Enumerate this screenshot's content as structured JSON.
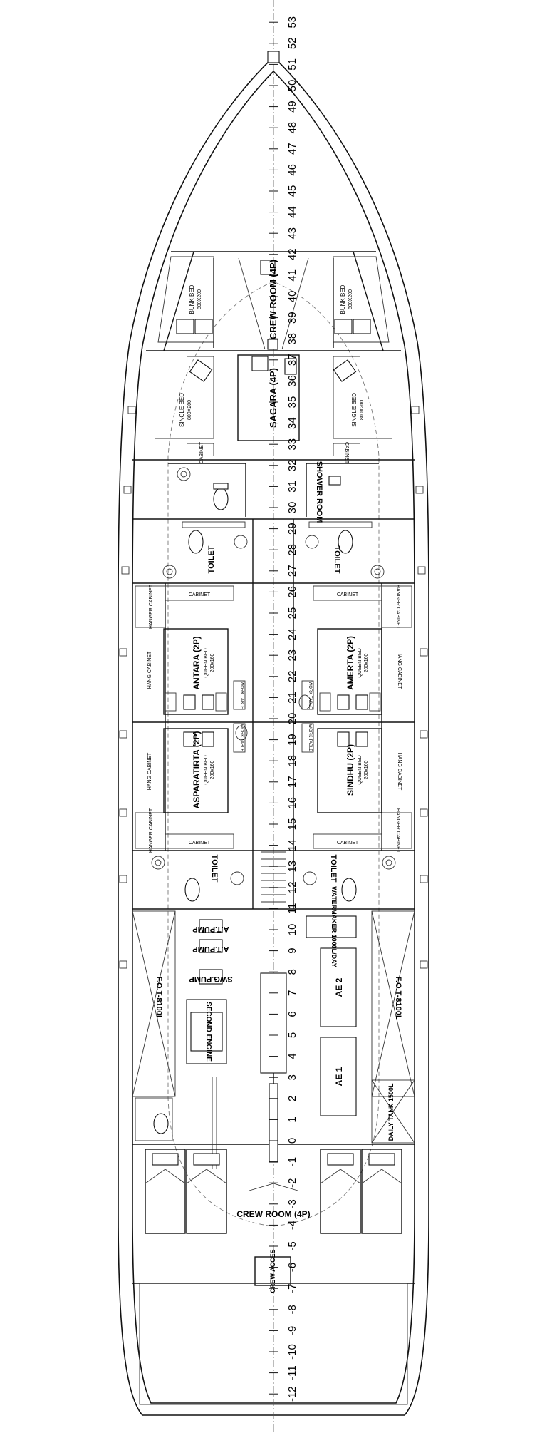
{
  "rooms": {
    "crew_room_fore": "CREW ROOM (4P)",
    "sagara": "SAGARA (4P)",
    "shower_room": "SHOWER ROOM",
    "antara": "ANTARA (2P)",
    "amerta": "AMERTA (2P)",
    "asparatirta": "ASPARATIRTA (2P)",
    "sindhu": "SINDHU (2P)",
    "crew_room_aft": "CREW ROOM (4P)",
    "crew_access": "CREW ACCES"
  },
  "furniture": {
    "bunk_bed": "BUNK BED",
    "bunk_bed_size": "800X200",
    "single_bed": "SINGLE BED",
    "single_bed_size": "800X200",
    "queen_bed": "QUEEN BED",
    "queen_bed_size": "200x160",
    "cabinet": "CABINET",
    "hanger_cabinet": "HANGER CABINET",
    "hang_cabinet": "HANG CABINET",
    "work_table": "WORK TABLE",
    "toilet": "TOILET"
  },
  "engine_room": {
    "second_engine": "SECOND ENGINE",
    "ae1": "AE 1",
    "ae2": "AE 2",
    "fuel_tank": "F.O.T-8100L",
    "daily_tank": "DAILY TANK 1500L",
    "watermaker": "WATERMAKER 1000L/DAY",
    "at_pump": "A.T.PUMP",
    "swg_pump": "SWG.PUMP"
  },
  "frames": [
    "-12",
    "-11",
    "-10",
    "-9",
    "-8",
    "-7",
    "-6",
    "-5",
    "-4",
    "-3",
    "-2",
    "-1",
    "0",
    "1",
    "2",
    "3",
    "4",
    "5",
    "6",
    "7",
    "8",
    "9",
    "10",
    "11",
    "12",
    "13",
    "14",
    "15",
    "16",
    "17",
    "18",
    "19",
    "20",
    "21",
    "22",
    "23",
    "24",
    "25",
    "26",
    "27",
    "28",
    "29",
    "30",
    "31",
    "32",
    "33",
    "34",
    "35",
    "36",
    "37",
    "38",
    "39",
    "40",
    "41",
    "42",
    "43",
    "44",
    "45",
    "46",
    "47",
    "48",
    "49",
    "50",
    "51",
    "52",
    "53"
  ]
}
